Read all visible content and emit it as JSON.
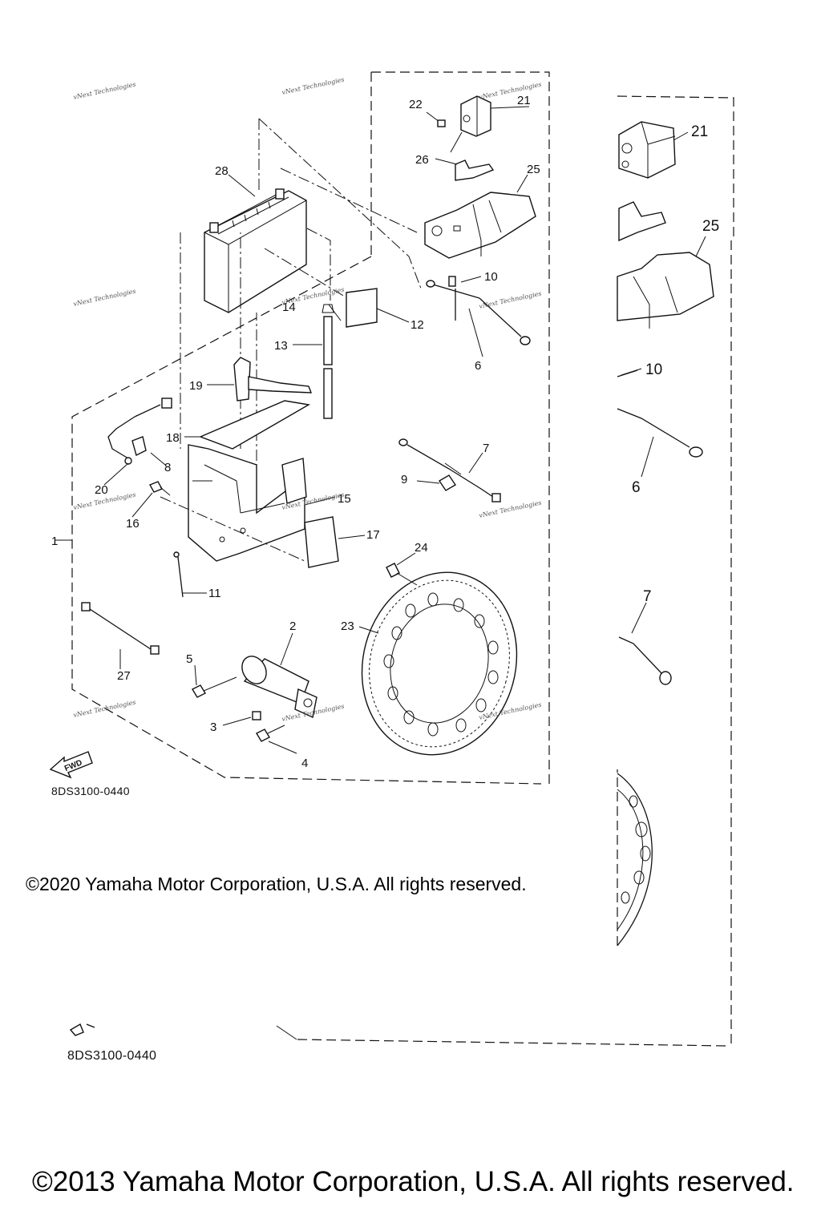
{
  "labels": {
    "l1": "1",
    "l2": "2",
    "l3": "3",
    "l4": "4",
    "l5": "5",
    "l6": "6",
    "l7": "7",
    "l8": "8",
    "l9": "9",
    "l10": "10",
    "l11": "11",
    "l12": "12",
    "l13": "13",
    "l14": "14",
    "l15": "15",
    "l16": "16",
    "l17": "17",
    "l18": "18",
    "l19": "19",
    "l20": "20",
    "l21": "21",
    "l22": "22",
    "l23": "23",
    "l24": "24",
    "l25": "25",
    "l26": "26",
    "l27": "27",
    "l28": "28",
    "r21": "21",
    "r25": "25",
    "r10": "10",
    "r6": "6",
    "r7": "7"
  },
  "fwd_label": "FWD",
  "diagram_code": "8DS3100-0440",
  "diagram_code_2": "8DS3100-0440",
  "watermark": "vNext Technologies",
  "copyright_2020": "©2020 Yamaha Motor Corporation, U.S.A. All rights reserved.",
  "copyright_2013": "©2013 Yamaha Motor Corporation, U.S.A. All rights reserved."
}
